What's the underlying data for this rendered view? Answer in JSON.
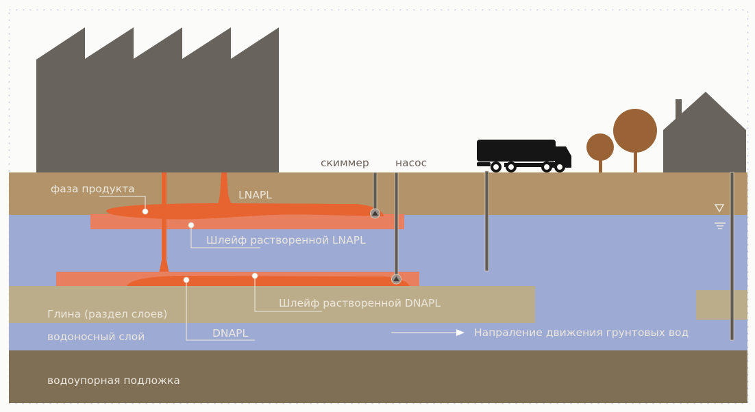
{
  "diagram": {
    "type": "groundwater contamination cross-section",
    "colors": {
      "soil": "#b3946a",
      "aquifer": "#9caad4",
      "clay": "#bcad8a",
      "bedrock": "#7f6f55",
      "building": "#68645d",
      "tree": "#9a6336",
      "product": "#e7632f",
      "plume": "#e8805f",
      "truck": "#151515",
      "pipe": "#615b55"
    },
    "surface_labels": {
      "skimmer": "скиммер",
      "pump": "насос"
    },
    "labels": {
      "product_phase": "фаза продукта",
      "lnapl": "LNAPL",
      "lnapl_plume": "Шлейф растворенной LNAPL",
      "dnapl_plume": "Шлейф растворенной DNAPL",
      "clay": "Глина (раздел слоев)",
      "aquifer": "водоносный слой",
      "dnapl": "DNAPL",
      "flow_direction": "Напраление движения грунтовых вод",
      "bedrock": "водоупорная подложка"
    },
    "icons": [
      "factory-icon",
      "truck-icon",
      "tree-icon",
      "house-icon",
      "water-table-icon",
      "pump-valve-icon",
      "flow-arrow-icon"
    ]
  }
}
